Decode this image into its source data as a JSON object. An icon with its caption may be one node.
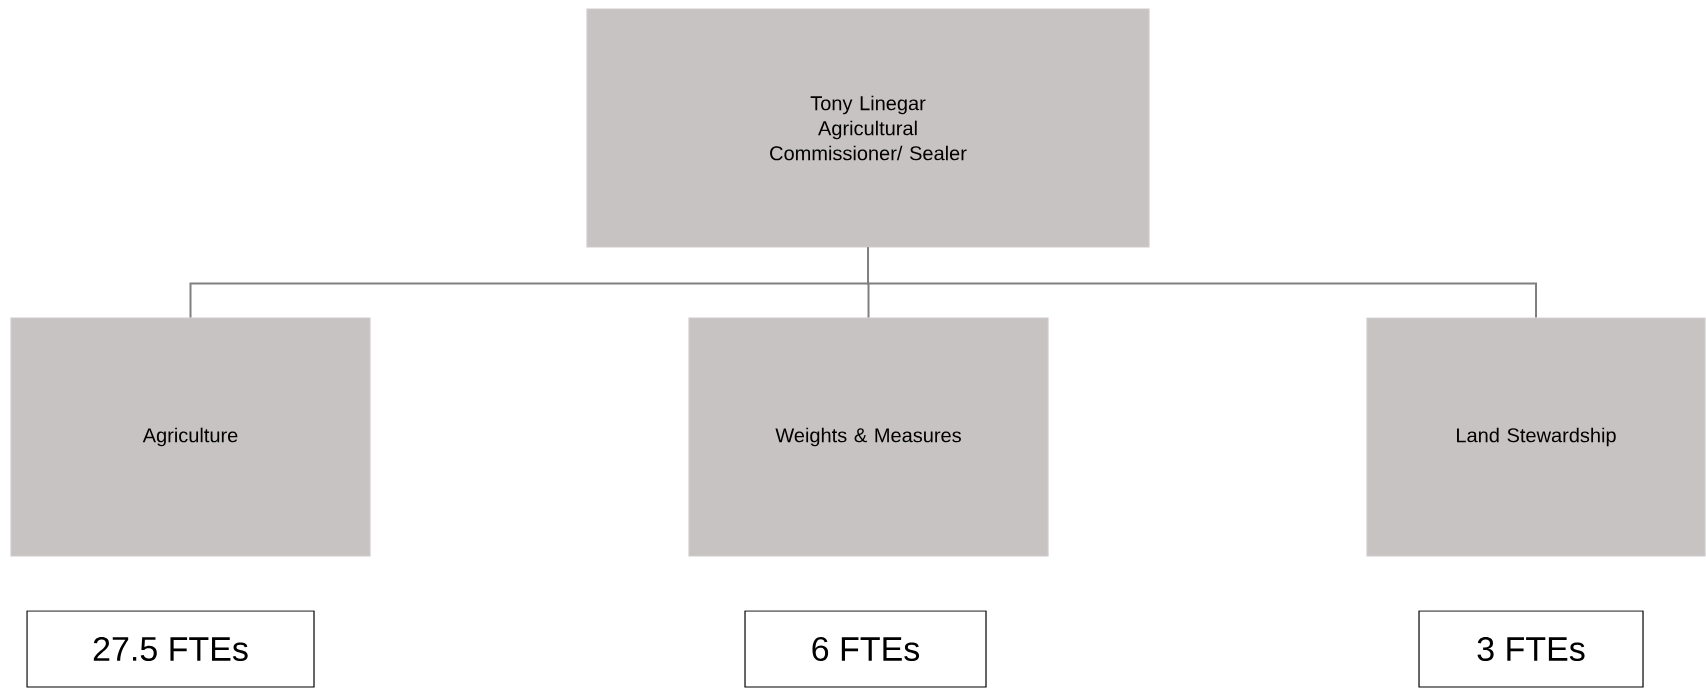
{
  "diagram": {
    "nodes": [
      {
        "text": [
          "Tony Linegar",
          "Agricultural Commissioner/ Sealer"
        ]
      },
      {
        "text": [
          "Agriculture"
        ]
      },
      {
        "text": [
          "Weights & Measures"
        ]
      },
      {
        "text": [
          "Land Stewardship"
        ]
      },
      {
        "text": [
          "27.5 FTEs"
        ]
      },
      {
        "text": [
          "6 FTEs"
        ]
      },
      {
        "text": [
          "3 FTEs"
        ]
      }
    ],
    "edges": [
      {
        "from": 0,
        "to": 1,
        "arrow": "none"
      },
      {
        "from": 0,
        "to": 2,
        "arrow": "none"
      },
      {
        "from": 0,
        "to": 3,
        "arrow": "none"
      }
    ]
  }
}
